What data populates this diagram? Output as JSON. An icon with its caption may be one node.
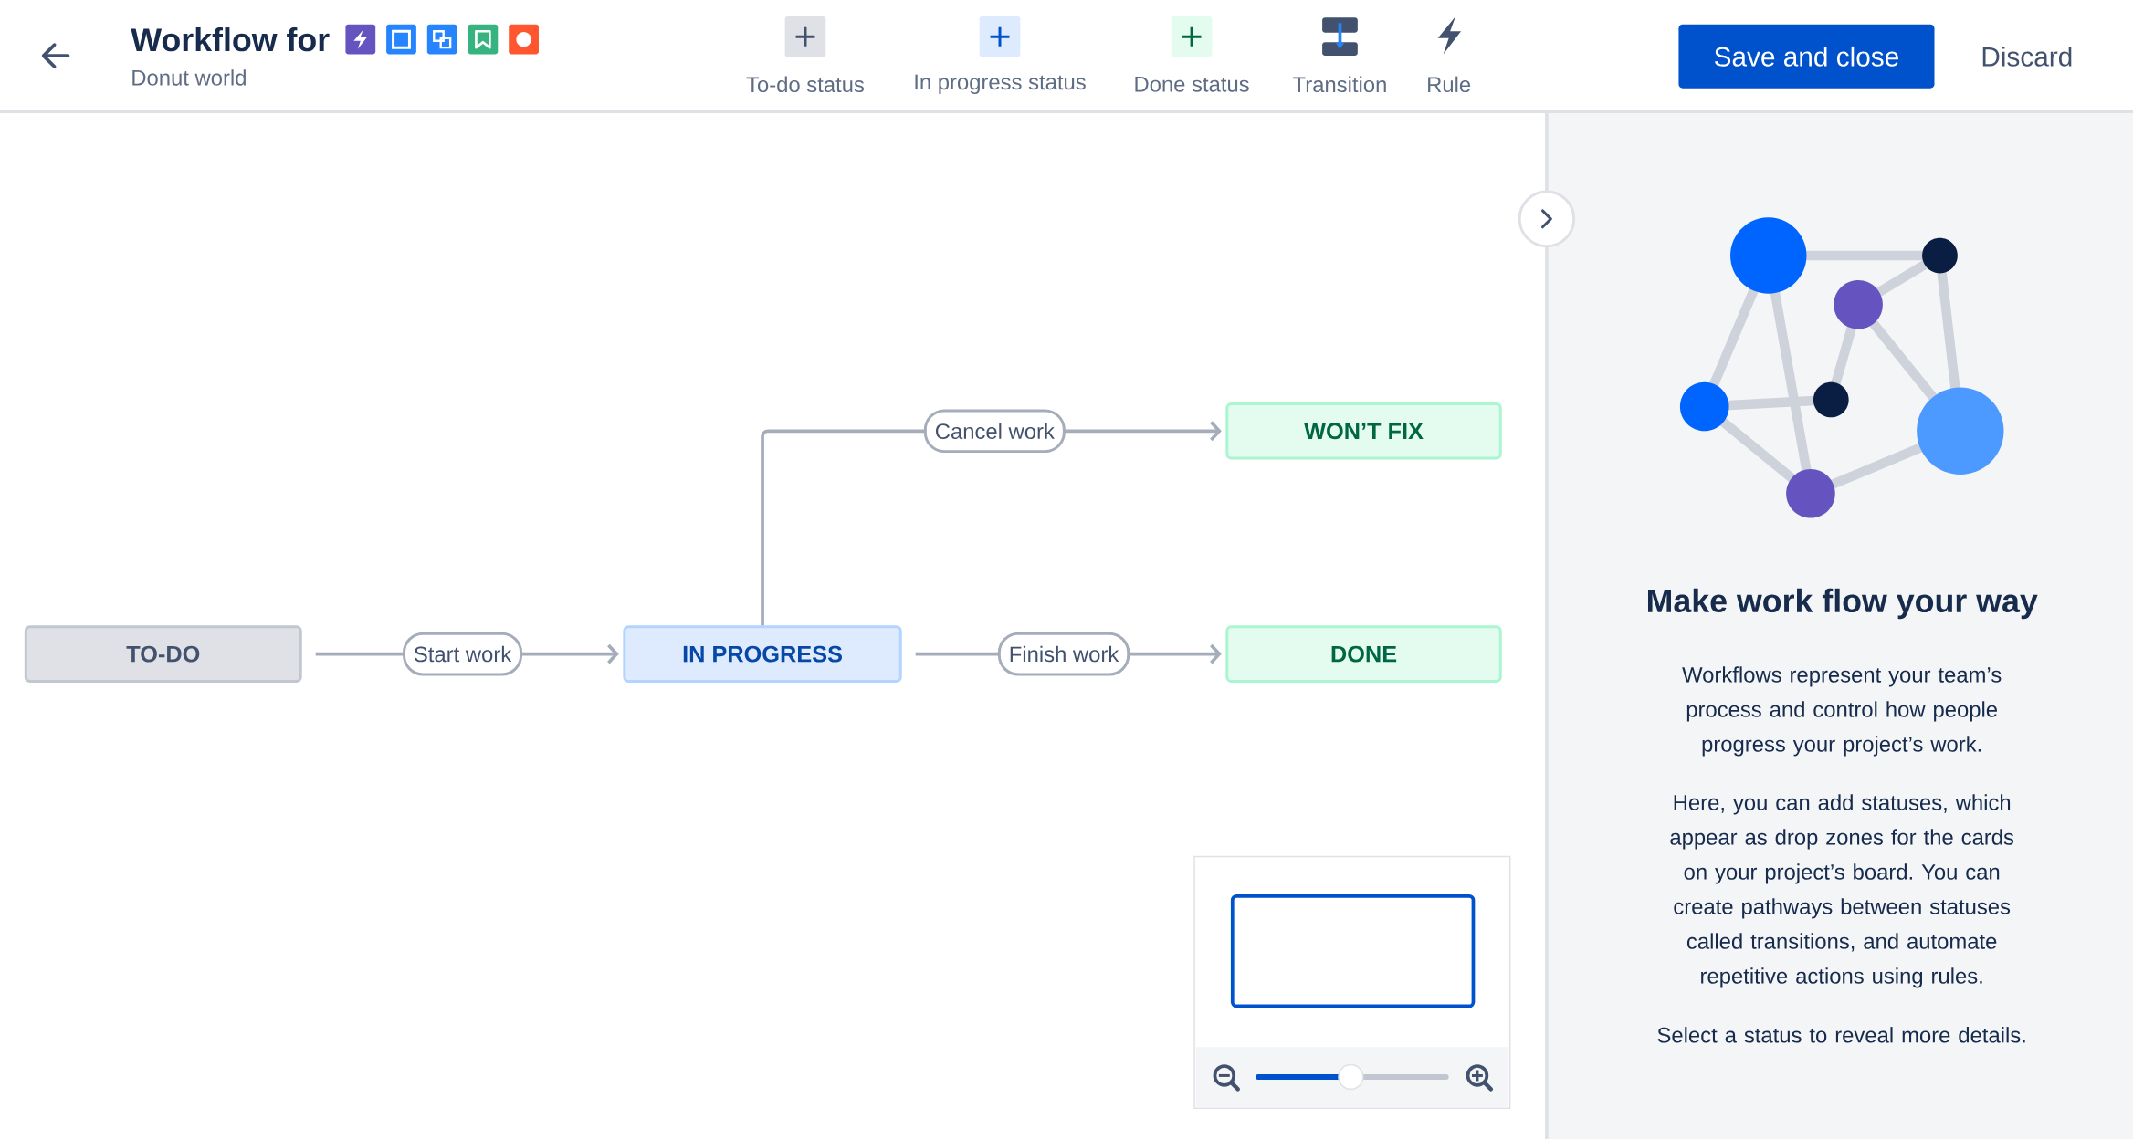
{
  "diagram": {
    "title": "Workflow for",
    "nodes": [
      {
        "text": [
          "TO-DO"
        ]
      },
      {
        "text": [
          "IN PROGRESS"
        ]
      },
      {
        "text": [
          "WON’T FIX"
        ]
      },
      {
        "text": [
          "DONE"
        ]
      }
    ],
    "edges": [
      {
        "from": 0,
        "to": 1,
        "arrow": "to",
        "label": "Start work"
      },
      {
        "from": 1,
        "to": 2,
        "arrow": "to",
        "label": "Cancel work"
      },
      {
        "from": 1,
        "to": 3,
        "arrow": "to",
        "label": "Finish work"
      }
    ],
    "labels": [
      "Donut world",
      "To-do status",
      "In progress status",
      "Done status",
      "Transition",
      "Rule",
      "Save and close",
      "Discard",
      "Make work flow your way",
      "Workflows represent your team’s process and control how people progress your project’s work.",
      "Here, you can add statuses, which appear as drop zones for the cards on your project’s board. You can create pathways between statuses called transitions, and automate repetitive actions using rules.",
      "Select a status to reveal more details."
    ]
  }
}
